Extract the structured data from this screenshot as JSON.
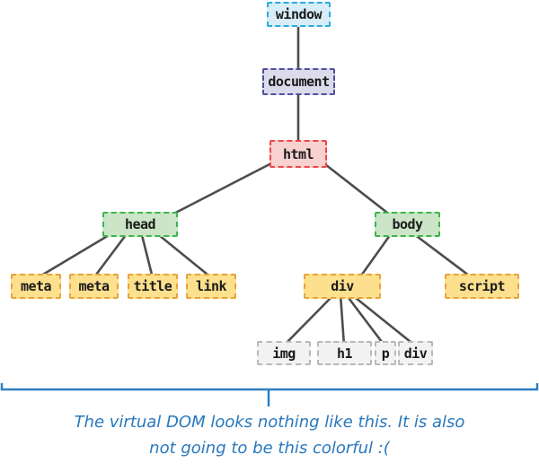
{
  "palette": {
    "window_border": "#29abe2",
    "window_fill": "#d8edf8",
    "document_border": "#514f9c",
    "document_fill": "#dcdbec",
    "html_border": "#ef4747",
    "html_fill": "#f8d1d1",
    "section_border": "#3cb54b",
    "section_fill": "#cbe5c6",
    "element_border": "#e8a33c",
    "element_fill": "#fce08d",
    "leaf_border": "#b8b8b8",
    "leaf_fill": "#f2f2f2",
    "edge_color": "#4d4d4d",
    "annotation_color": "#2878bd"
  },
  "nodes": {
    "window": {
      "label": "window"
    },
    "document": {
      "label": "document"
    },
    "html": {
      "label": "html"
    },
    "head": {
      "label": "head"
    },
    "body": {
      "label": "body"
    },
    "meta1": {
      "label": "meta"
    },
    "meta2": {
      "label": "meta"
    },
    "title": {
      "label": "title"
    },
    "link": {
      "label": "link"
    },
    "div": {
      "label": "div"
    },
    "script": {
      "label": "script"
    },
    "img": {
      "label": "img"
    },
    "h1": {
      "label": "h1"
    },
    "p": {
      "label": "p"
    },
    "div2": {
      "label": "div"
    }
  },
  "caption": {
    "line1": "The virtual DOM looks nothing like this. It is also",
    "line2": "not going to be this colorful :("
  }
}
